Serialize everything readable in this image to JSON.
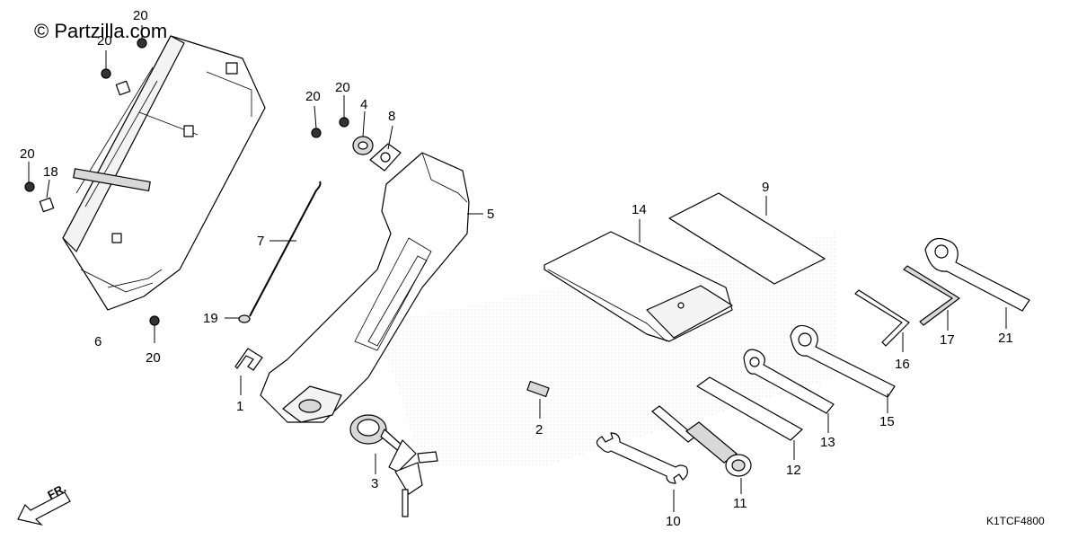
{
  "watermark": "© Partzilla.com",
  "diagram_code": "K1TCF4800",
  "front_indicator": "FR.",
  "callouts": {
    "n1": "1",
    "n2": "2",
    "n3": "3",
    "n4": "4",
    "n5": "5",
    "n6": "6",
    "n7": "7",
    "n8": "8",
    "n9": "9",
    "n10": "10",
    "n11": "11",
    "n12": "12",
    "n13": "13",
    "n14": "14",
    "n15": "15",
    "n16": "16",
    "n17": "17",
    "n18": "18",
    "n19": "19",
    "n20": "20",
    "n21": "21"
  }
}
